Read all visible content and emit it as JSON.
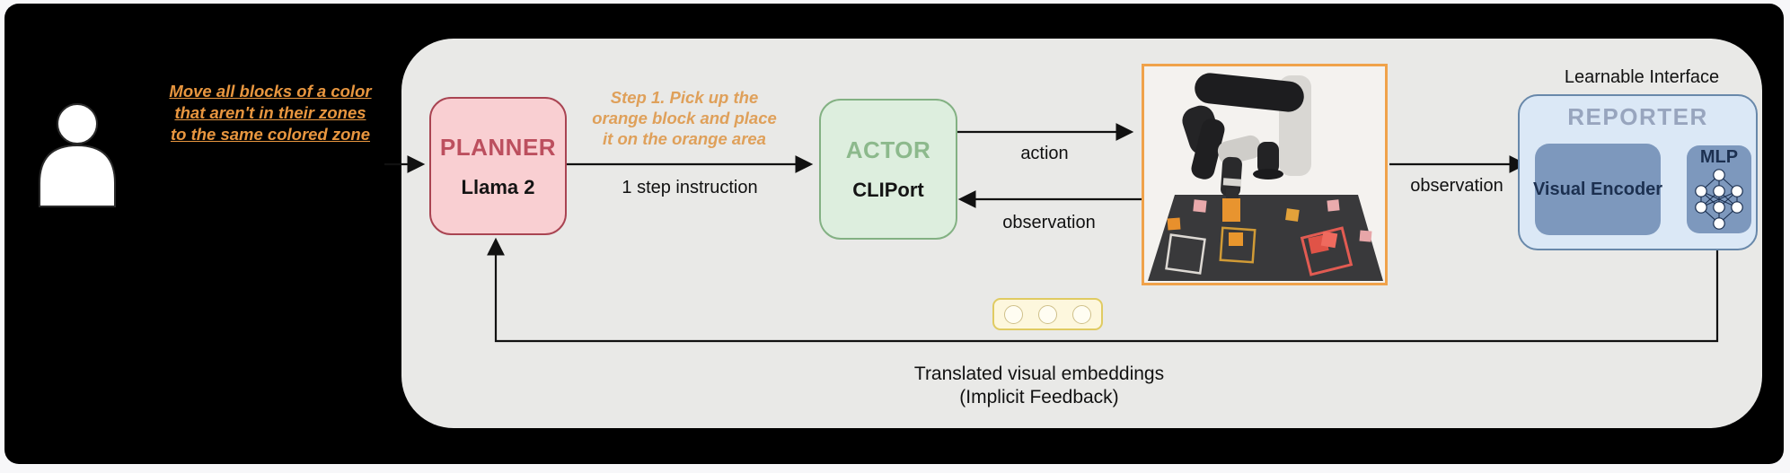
{
  "colors": {
    "frame": "#000000",
    "container": "#e9e9e7",
    "planner_fill": "#f9cfd2",
    "planner_border": "#a94452",
    "planner_title": "#bc4f5e",
    "actor_fill": "#ddeede",
    "actor_border": "#83b183",
    "actor_title": "#8cb98c",
    "reporter_fill": "#dbe8f6",
    "reporter_border": "#6888aa",
    "reporter_title": "#98a5be",
    "inner_box_fill": "#7d98bd",
    "inner_box_text": "#1c3050",
    "robot_frame_border": "#f0a24a",
    "robot_frame_fill": "#f4f2ef",
    "user_text": "#e8963f",
    "step_text": "#dfa05a",
    "dots_fill": "#fdf7dd",
    "dots_border": "#e0cb62",
    "arrow": "#111111",
    "label_text": "#111111"
  },
  "icons": {
    "person": "person-icon",
    "mlp_network": "mlp-network-icon",
    "ellipsis_tokens": "three-dots-tokens-icon",
    "robot_scene": "robot-arm-scene"
  },
  "user_instruction": {
    "lines": [
      "Move all blocks of a color",
      "that aren't in their zones",
      "to the same colored zone"
    ]
  },
  "planner": {
    "title": "PLANNER",
    "subtitle": "Llama 2"
  },
  "step_instruction": {
    "lines": [
      "Step 1. Pick up the",
      "orange block and place",
      "it on the orange area"
    ]
  },
  "actor": {
    "title": "ACTOR",
    "subtitle": "CLIPort"
  },
  "reporter": {
    "title": "REPORTER",
    "visual_encoder": "Visual Encoder",
    "mlp": "MLP"
  },
  "labels": {
    "one_step": "1 step instruction",
    "action": "action",
    "observation_to_actor": "observation",
    "observation_to_reporter": "observation",
    "learnable_interface": "Learnable Interface",
    "feedback_line1": "Translated visual embeddings",
    "feedback_line2": "(Implicit Feedback)"
  }
}
